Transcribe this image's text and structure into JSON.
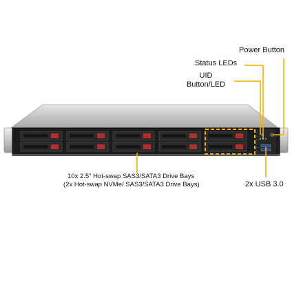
{
  "callouts": {
    "power_button": "Power Button",
    "status_leds": "Status LEDs",
    "uid_line1": "UID",
    "uid_line2": "Button/LED",
    "usb": "2x USB 3.0",
    "drive_bays_line1": "10x 2.5\" Hot-swap SAS3/SATA3 Drive Bays",
    "drive_bays_line2": "(2x Hot-swap NVMe/ SAS3/SATA3 Drive Bays)"
  },
  "colors": {
    "callout_line": "#f0b400",
    "chassis_top": "#c9c9c9",
    "front_panel": "#1c1c1c",
    "drive_latch": "#b03030"
  },
  "drive_bays": {
    "total": 10,
    "nvme_capable": 2
  }
}
